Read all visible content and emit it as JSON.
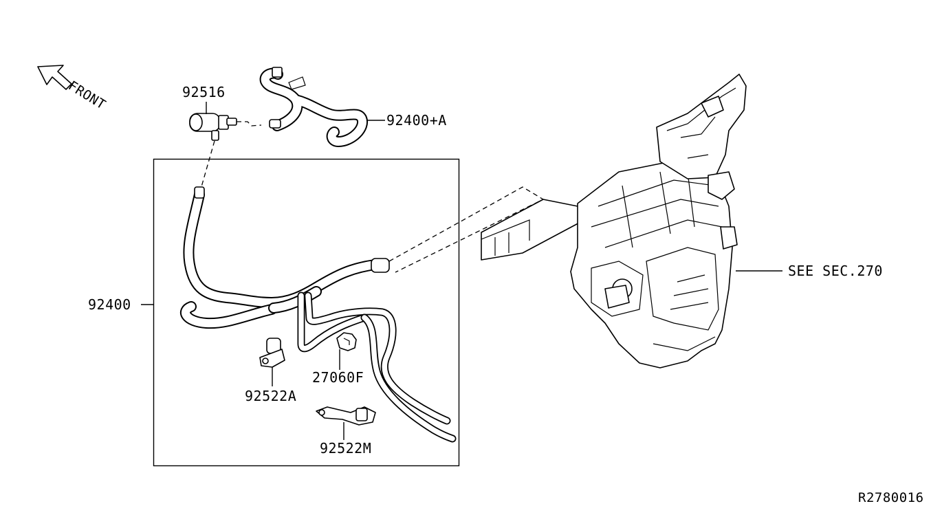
{
  "direction": {
    "label": "FRONT",
    "icon": "front-arrow-icon"
  },
  "callouts": {
    "p92516": "92516",
    "p92400a": "92400+A",
    "p92400": "92400",
    "p92522a": "92522A",
    "p27060f": "27060F",
    "p92522m": "92522M",
    "see_sec": "SEE SEC.270"
  },
  "reference_code": "R2780016",
  "colors": {
    "line": "#000000",
    "background": "#ffffff"
  }
}
